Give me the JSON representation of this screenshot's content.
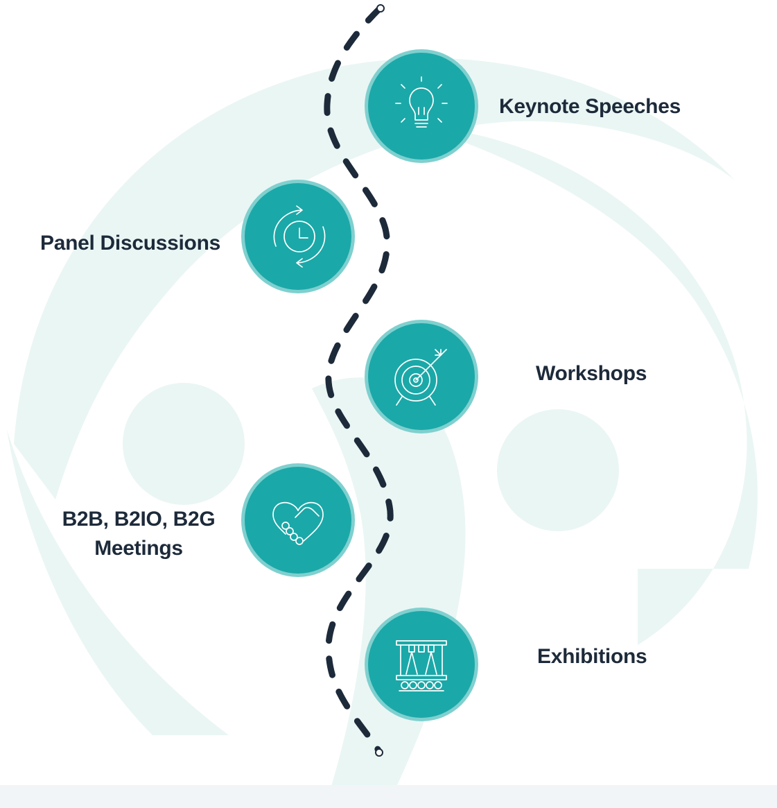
{
  "theme": {
    "circle_color": "#1ba8a8",
    "circle_border": "#7fd0cf",
    "path_color": "#1d2a3a",
    "text_color": "#1d2a3a",
    "background_shape_color": "#eaf6f4"
  },
  "steps": [
    {
      "label": "Keynote Speeches",
      "icon": "lightbulb-icon"
    },
    {
      "label": "Panel Discussions",
      "icon": "clock-cycle-icon"
    },
    {
      "label": "Workshops",
      "icon": "target-arrow-icon"
    },
    {
      "label": "B2B, B2IO, B2G",
      "label_line2": "Meetings",
      "icon": "handshake-heart-icon"
    },
    {
      "label": "Exhibitions",
      "icon": "exhibition-stage-icon"
    }
  ]
}
